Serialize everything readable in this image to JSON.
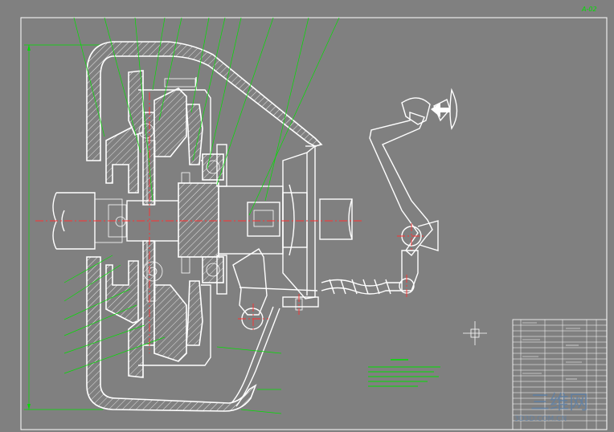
{
  "drawing": {
    "sheet_mark": "A-02",
    "background": "#808080",
    "line_color": "#ffffff",
    "leader_color": "#00e000",
    "centerline_color": "#ff3030",
    "watermark_text": "三维网",
    "watermark_sub": "3D3D.COM.CN"
  },
  "title_block": {
    "rows": 20
  }
}
